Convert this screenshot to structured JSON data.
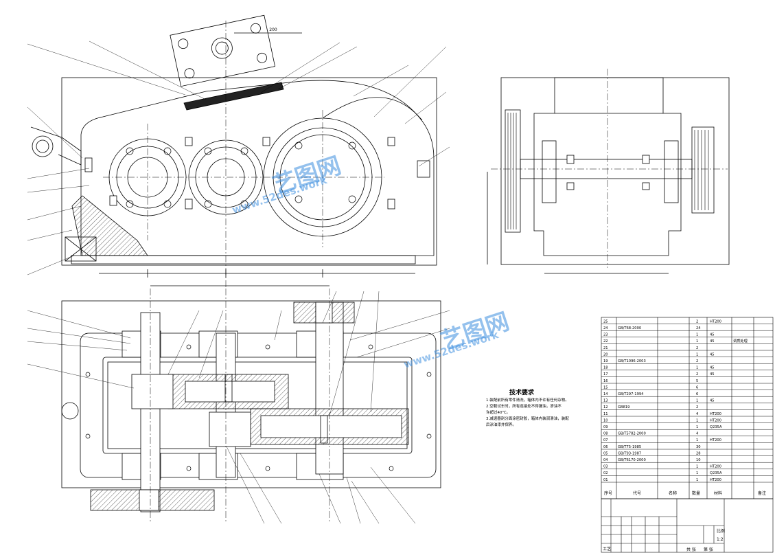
{
  "drawing": {
    "top_dimension": "200",
    "tech_requirements_title": "技术要求",
    "tech_requirements_lines": [
      "1.装配前所有零件清洗，箱体内不许有任何杂物。",
      "2.空载试车时，所有连接处不得漏油，渗油不",
      "  许超过40℃。",
      "3.减速器剖分面涂密封胶，箱体内装润滑油，装配",
      "  后涂油漆并保养。"
    ]
  },
  "watermark": {
    "brand": "艺图网",
    "site": "www.52des.work"
  },
  "bom": {
    "header": {
      "no": "序号",
      "code": "代号",
      "name": "名称",
      "qty": "数量",
      "material": "材料",
      "note": "备注"
    },
    "rows": [
      {
        "no": "25",
        "code": "",
        "name": "",
        "qty": "2",
        "material": "HT200",
        "note": ""
      },
      {
        "no": "24",
        "code": "GB/T68-2000",
        "name": "",
        "qty": "24",
        "material": "",
        "note": ""
      },
      {
        "no": "23",
        "code": "",
        "name": "",
        "qty": "1",
        "material": "45",
        "note": ""
      },
      {
        "no": "22",
        "code": "",
        "name": "",
        "qty": "1",
        "material": "45",
        "note": "调质处理"
      },
      {
        "no": "21",
        "code": "",
        "name": "",
        "qty": "2",
        "material": "",
        "note": ""
      },
      {
        "no": "20",
        "code": "",
        "name": "",
        "qty": "1",
        "material": "45",
        "note": ""
      },
      {
        "no": "19",
        "code": "GB/T1096-2003",
        "name": "",
        "qty": "2",
        "material": "",
        "note": ""
      },
      {
        "no": "18",
        "code": "",
        "name": "",
        "qty": "1",
        "material": "45",
        "note": ""
      },
      {
        "no": "17",
        "code": "",
        "name": "",
        "qty": "2",
        "material": "45",
        "note": ""
      },
      {
        "no": "16",
        "code": "",
        "name": "",
        "qty": "5",
        "material": "",
        "note": ""
      },
      {
        "no": "15",
        "code": "",
        "name": "",
        "qty": "6",
        "material": "",
        "note": ""
      },
      {
        "no": "14",
        "code": "GB/T297-1994",
        "name": "",
        "qty": "6",
        "material": "",
        "note": ""
      },
      {
        "no": "13",
        "code": "",
        "name": "",
        "qty": "1",
        "material": "45",
        "note": ""
      },
      {
        "no": "12",
        "code": "GB819",
        "name": "",
        "qty": "2",
        "material": "",
        "note": ""
      },
      {
        "no": "11",
        "code": "",
        "name": "",
        "qty": "4",
        "material": "HT200",
        "note": ""
      },
      {
        "no": "10",
        "code": "",
        "name": "",
        "qty": "1",
        "material": "HT200",
        "note": ""
      },
      {
        "no": "09",
        "code": "",
        "name": "",
        "qty": "1",
        "material": "Q235A",
        "note": ""
      },
      {
        "no": "08",
        "code": "GB/T5782-2000",
        "name": "",
        "qty": "4",
        "material": "",
        "note": ""
      },
      {
        "no": "07",
        "code": "",
        "name": "",
        "qty": "1",
        "material": "HT200",
        "note": ""
      },
      {
        "no": "06",
        "code": "GB/T75-1985",
        "name": "",
        "qty": "30",
        "material": "",
        "note": ""
      },
      {
        "no": "05",
        "code": "GB/T93-1987",
        "name": "",
        "qty": "28",
        "material": "",
        "note": ""
      },
      {
        "no": "04",
        "code": "GB/T6170-2000",
        "name": "",
        "qty": "10",
        "material": "",
        "note": ""
      },
      {
        "no": "03",
        "code": "",
        "name": "",
        "qty": "1",
        "material": "HT200",
        "note": ""
      },
      {
        "no": "02",
        "code": "",
        "name": "",
        "qty": "1",
        "material": "Q235A",
        "note": ""
      },
      {
        "no": "01",
        "code": "",
        "name": "",
        "qty": "1",
        "material": "HT200",
        "note": ""
      }
    ]
  },
  "titleblock": {
    "scale_label": "比例",
    "scale_value": "1:2",
    "sheet_label_a": "共  张",
    "sheet_label_b": "第  张",
    "process": "工艺"
  }
}
